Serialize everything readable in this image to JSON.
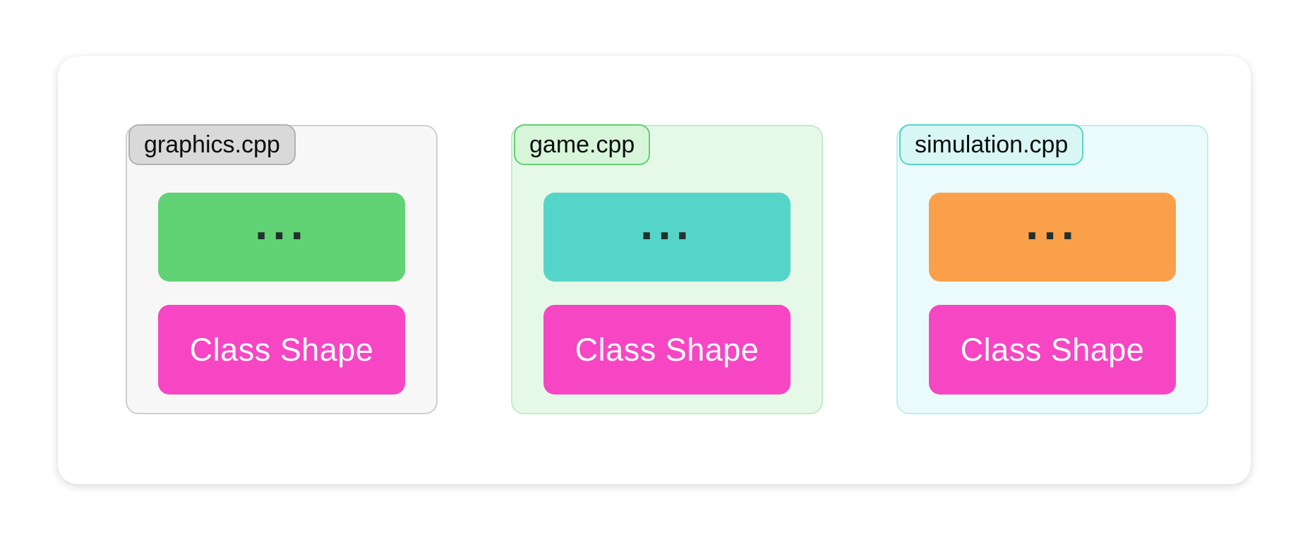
{
  "diagram": {
    "class_block_color": "#f646c3",
    "class_text_color": "#ffffff",
    "dots_color": "#22302e",
    "panel_bg": "#ffffff",
    "files": [
      {
        "name": "graphics.cpp",
        "ellipsis": "...",
        "class_label": "Class Shape",
        "colors": {
          "card_bg": "#f7f7f7",
          "card_border": "#cfcfcf",
          "tab_bg": "#d9d9d9",
          "tab_border": "#b1b1b1",
          "block_bg": "#61d375"
        }
      },
      {
        "name": "game.cpp",
        "ellipsis": "...",
        "class_label": "Class Shape",
        "colors": {
          "card_bg": "#e6f9e8",
          "card_border": "#c0edc6",
          "tab_bg": "#d7f5d9",
          "tab_border": "#62cf73",
          "block_bg": "#55d5c9"
        }
      },
      {
        "name": "simulation.cpp",
        "ellipsis": "...",
        "class_label": "Class Shape",
        "colors": {
          "card_bg": "#ebfbfb",
          "card_border": "#bdeef0",
          "tab_bg": "#d8f7f4",
          "tab_border": "#55d5c9",
          "block_bg": "#fa9f4a"
        }
      }
    ]
  }
}
